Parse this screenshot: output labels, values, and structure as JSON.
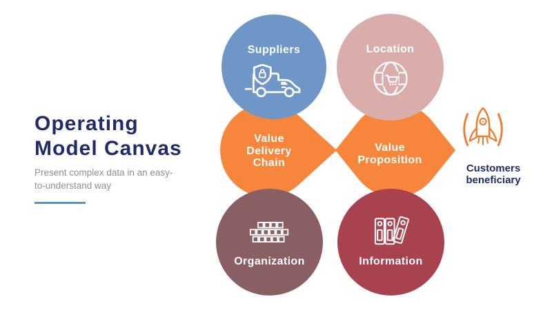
{
  "header": {
    "title": "Operating\nModel Canvas",
    "subtitle": "Present complex data in an easy-\nto-understand way",
    "title_color": "#212B68",
    "subtitle_color": "#8F8F8F",
    "underline_color": "#5B8FC7"
  },
  "canvas": {
    "suppliers": {
      "label": "Suppliers",
      "color": "#6E97C8",
      "icon": "delivery-truck-shield-icon"
    },
    "location": {
      "label": "Location",
      "color": "#D9AEAA",
      "icon": "globe-shopping-cart-icon"
    },
    "value_delivery_chain": {
      "label": "Value\nDelivery\nChain",
      "color": "#F6863C"
    },
    "value_proposition": {
      "label": "Value\nProposition",
      "color": "#F6863C"
    },
    "organization": {
      "label": "Organization",
      "color": "#8A5F63",
      "icon": "brick-wall-icon"
    },
    "information": {
      "label": "Information",
      "color": "#A8424F",
      "icon": "binders-icon"
    },
    "customers_beneficiary": {
      "label": "Customers\nbeneficiary",
      "icon": "rocket-icon",
      "icon_color": "#ED7D31",
      "label_color": "#212B68"
    }
  }
}
